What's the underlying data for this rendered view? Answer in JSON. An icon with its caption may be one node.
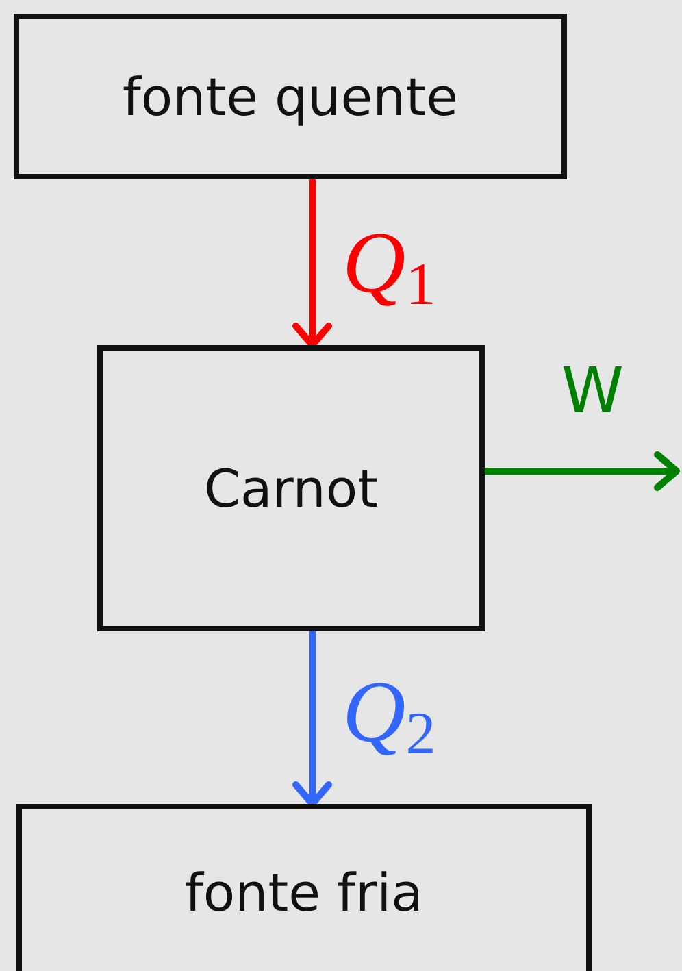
{
  "diagram": {
    "nodes": [
      {
        "text": [
          "fonte quente"
        ]
      },
      {
        "text": [
          "Carnot"
        ]
      },
      {
        "text": [
          "fonte fria"
        ]
      }
    ],
    "edges": [
      {
        "from": 0,
        "to": 1,
        "arrow": "to",
        "label": "*Q*$_{1}$",
        "color": "#ff0000"
      },
      {
        "from": 1,
        "to": 2,
        "arrow": "to",
        "label": "*Q*$_{2}$",
        "color": "#3366ff"
      },
      {
        "from": 1,
        "to": null,
        "arrow": "to",
        "label": "W",
        "color": "#008000"
      }
    ]
  }
}
